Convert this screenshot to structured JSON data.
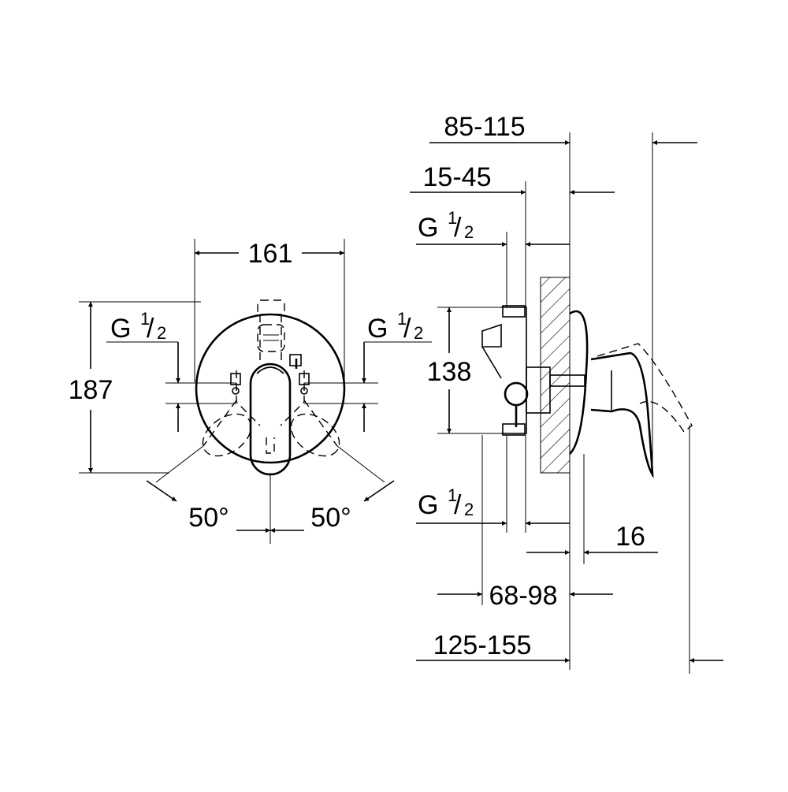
{
  "front_view": {
    "width": "161",
    "height": "187",
    "connection_left": {
      "base": "G",
      "num": "1",
      "slash": "/",
      "den": "2"
    },
    "connection_right": {
      "base": "G",
      "num": "1",
      "slash": "/",
      "den": "2"
    },
    "angle_left": "50°",
    "angle_right": "50°"
  },
  "side_view": {
    "depth_total_top": "85-115",
    "depth_inner": "15-45",
    "connection_top": {
      "base": "G",
      "num": "1",
      "slash": "/",
      "den": "2"
    },
    "height": "138",
    "connection_bottom": {
      "base": "G",
      "num": "1",
      "slash": "/",
      "den": "2"
    },
    "rosette_thickness": "16",
    "depth_body": "68-98",
    "depth_total_bottom": "125-155"
  }
}
